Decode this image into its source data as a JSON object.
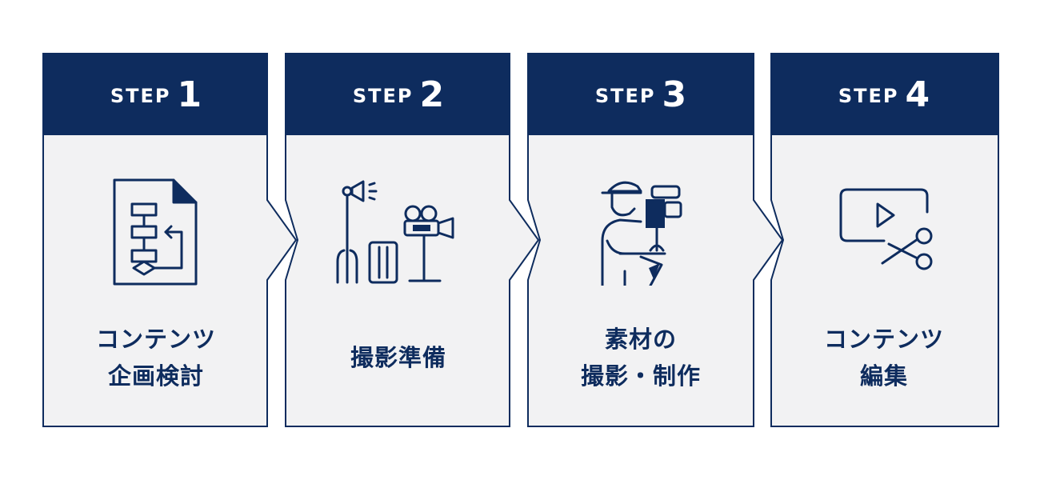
{
  "theme": {
    "header_color": "#0e2c5e",
    "card_background": "#f2f2f3",
    "border_color": "#0e2c5e",
    "text_color": "#0e2c5e"
  },
  "steps": [
    {
      "word": "STEP",
      "number": "1",
      "label_lines": [
        "コンテンツ",
        "企画検討"
      ],
      "icon": "flowchart-document-icon"
    },
    {
      "word": "STEP",
      "number": "2",
      "label_lines": [
        "撮影準備"
      ],
      "icon": "film-equipment-icon"
    },
    {
      "word": "STEP",
      "number": "3",
      "label_lines": [
        "素材の",
        "撮影・制作"
      ],
      "icon": "camera-operator-icon"
    },
    {
      "word": "STEP",
      "number": "4",
      "label_lines": [
        "コンテンツ",
        "編集"
      ],
      "icon": "video-edit-scissors-icon"
    }
  ]
}
